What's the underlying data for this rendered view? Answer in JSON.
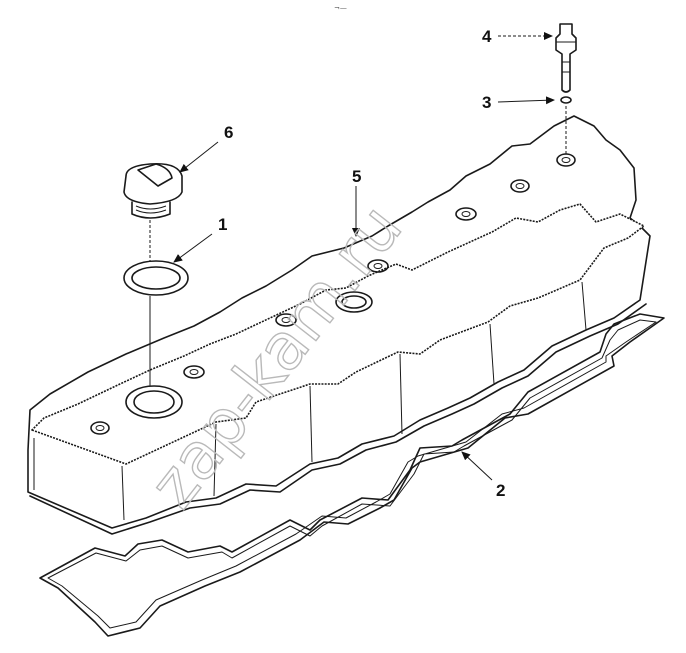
{
  "diagram": {
    "top_mark": "¬—",
    "watermark": "zap-kam.ru",
    "callouts": [
      {
        "label": "1",
        "part": "seal-ring"
      },
      {
        "label": "2",
        "part": "cover-gasket"
      },
      {
        "label": "3",
        "part": "washer"
      },
      {
        "label": "4",
        "part": "mounting-stud"
      },
      {
        "label": "5",
        "part": "valve-cover"
      },
      {
        "label": "6",
        "part": "oil-filler-cap"
      }
    ]
  }
}
